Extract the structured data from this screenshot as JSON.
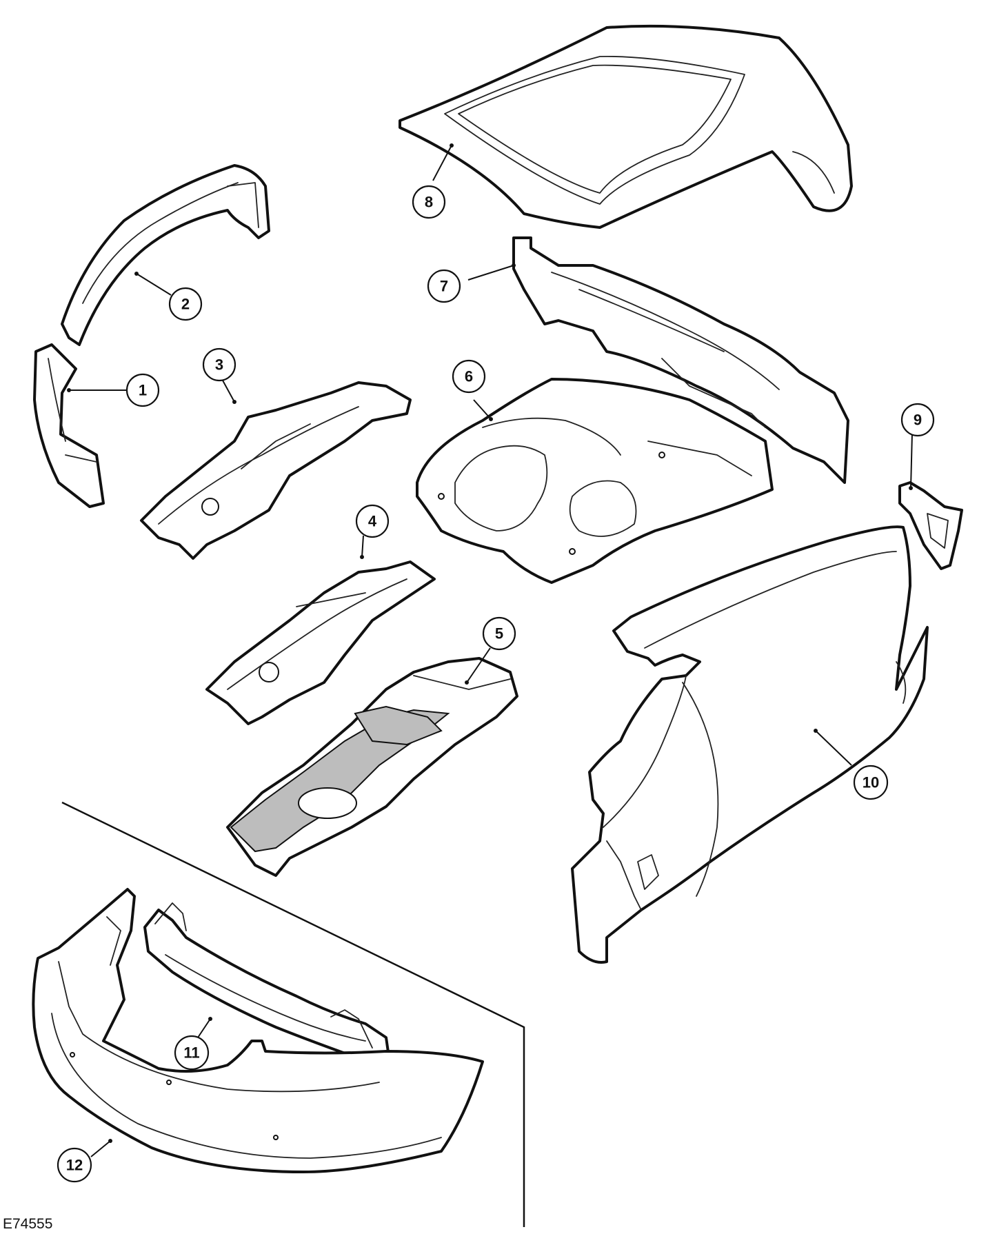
{
  "figure_id": "E74555",
  "callouts": [
    "1",
    "2",
    "3",
    "4",
    "5",
    "6",
    "7",
    "8",
    "9",
    "10",
    "11",
    "12"
  ]
}
